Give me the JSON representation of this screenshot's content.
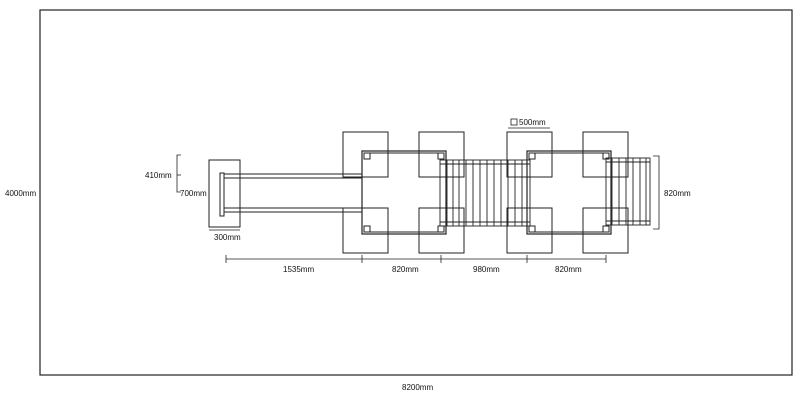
{
  "dimensions": {
    "total_width": "8200mm",
    "total_height": "4000mm",
    "offset_small": "410mm",
    "arm_spacing": "700mm",
    "left_box_width": "300mm",
    "span_1535": "1535mm",
    "span_820_left": "820mm",
    "span_980": "980mm",
    "span_820_right": "820mm",
    "right_height": "820mm",
    "post_size": "500mm"
  }
}
